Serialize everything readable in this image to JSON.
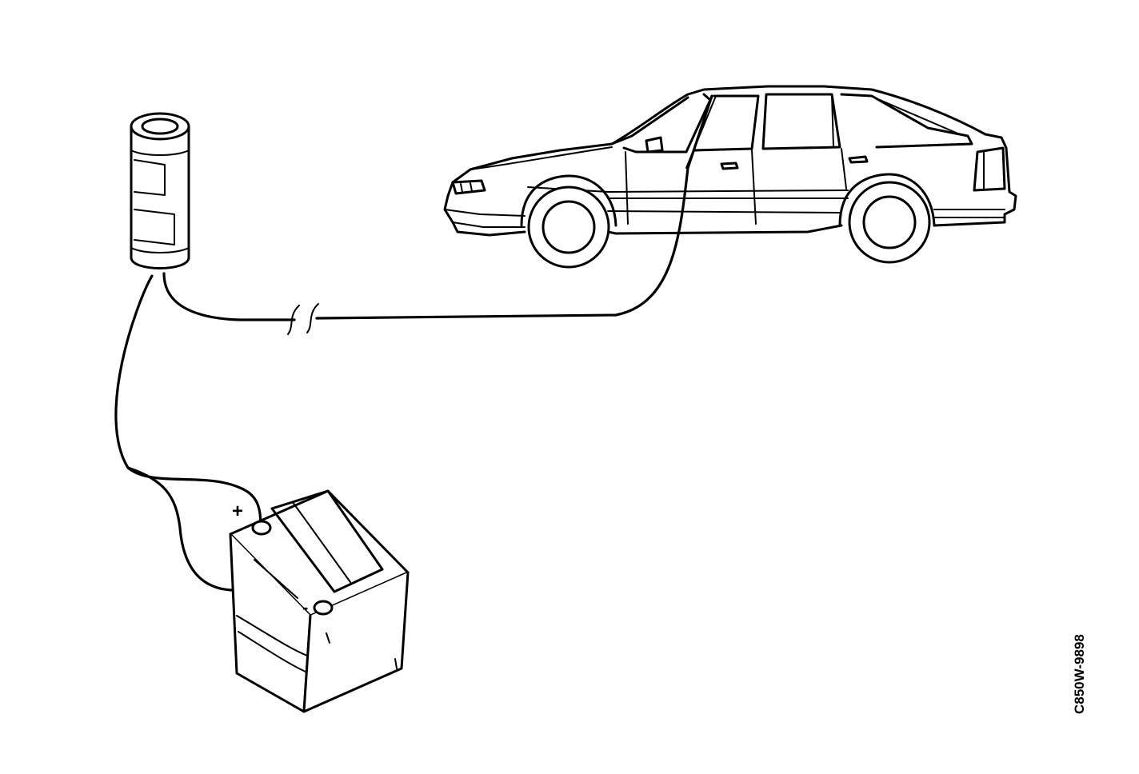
{
  "labels": {
    "positive_terminal": "+",
    "negative_terminal": "-",
    "figure_code": "C850W-9898"
  },
  "icons": [
    "car-illustration",
    "flashlight-lamp-icon",
    "battery-icon",
    "cable-break-symbol"
  ],
  "colors": {
    "line": "#000000",
    "background": "#ffffff"
  }
}
